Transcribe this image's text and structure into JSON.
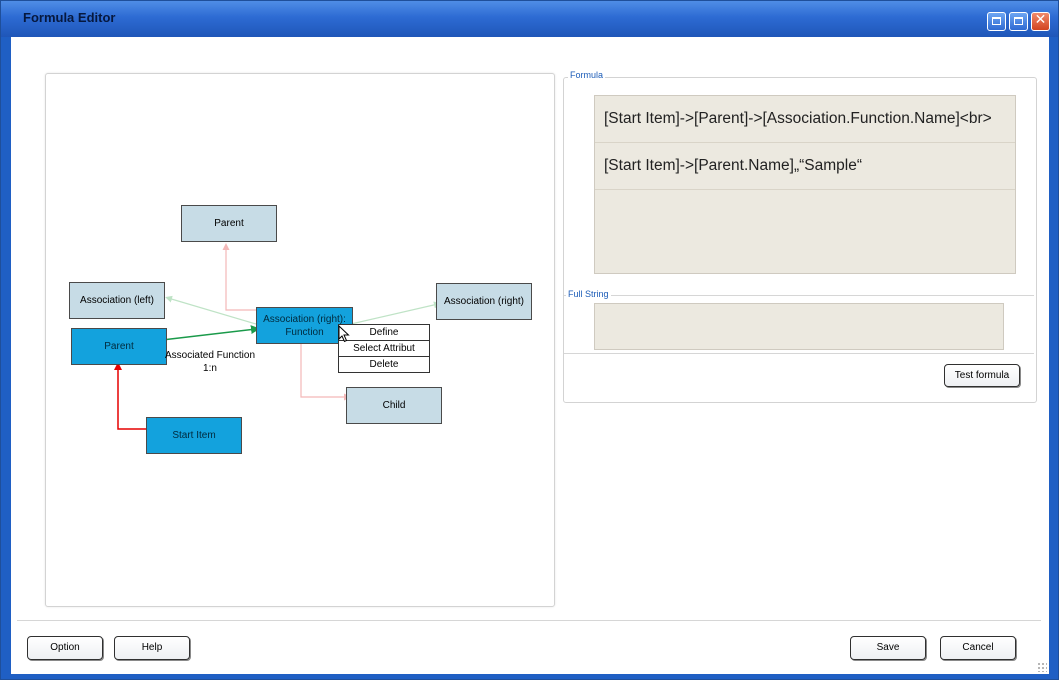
{
  "window": {
    "title": "Formula Editor"
  },
  "titlebar_buttons": {
    "close_glyph": "✕"
  },
  "diagram": {
    "nodes": {
      "parent_top": "Parent",
      "association_left": "Association (left)",
      "association_right_function": "Association (right):\nFunction",
      "association_right": "Association (right)",
      "parent_main": "Parent",
      "child": "Child",
      "start_item": "Start Item"
    },
    "edge_label": "Associated Function\n1:n",
    "context_menu": [
      "Define",
      "Select Attribut",
      "Delete"
    ]
  },
  "formula": {
    "legend": "Formula",
    "lines": [
      "[Start Item]->[Parent]->[Association.Function.Name]<br>",
      "[Start Item]->[Parent.Name]„“Sample“"
    ]
  },
  "full_string": {
    "legend": "Full String",
    "value": ""
  },
  "buttons": {
    "test_formula": "Test formula",
    "option": "Option",
    "help": "Help",
    "save": "Save",
    "cancel": "Cancel"
  },
  "colors": {
    "titlebar": "#2d6bd3",
    "node_light": "#c7dce6",
    "node_dark": "#13a2dd",
    "arrow_red": "#e60000",
    "arrow_green": "#1a9a4a",
    "arrow_faded_red": "#f3b8b8",
    "arrow_faded_green": "#bfe3c6"
  }
}
